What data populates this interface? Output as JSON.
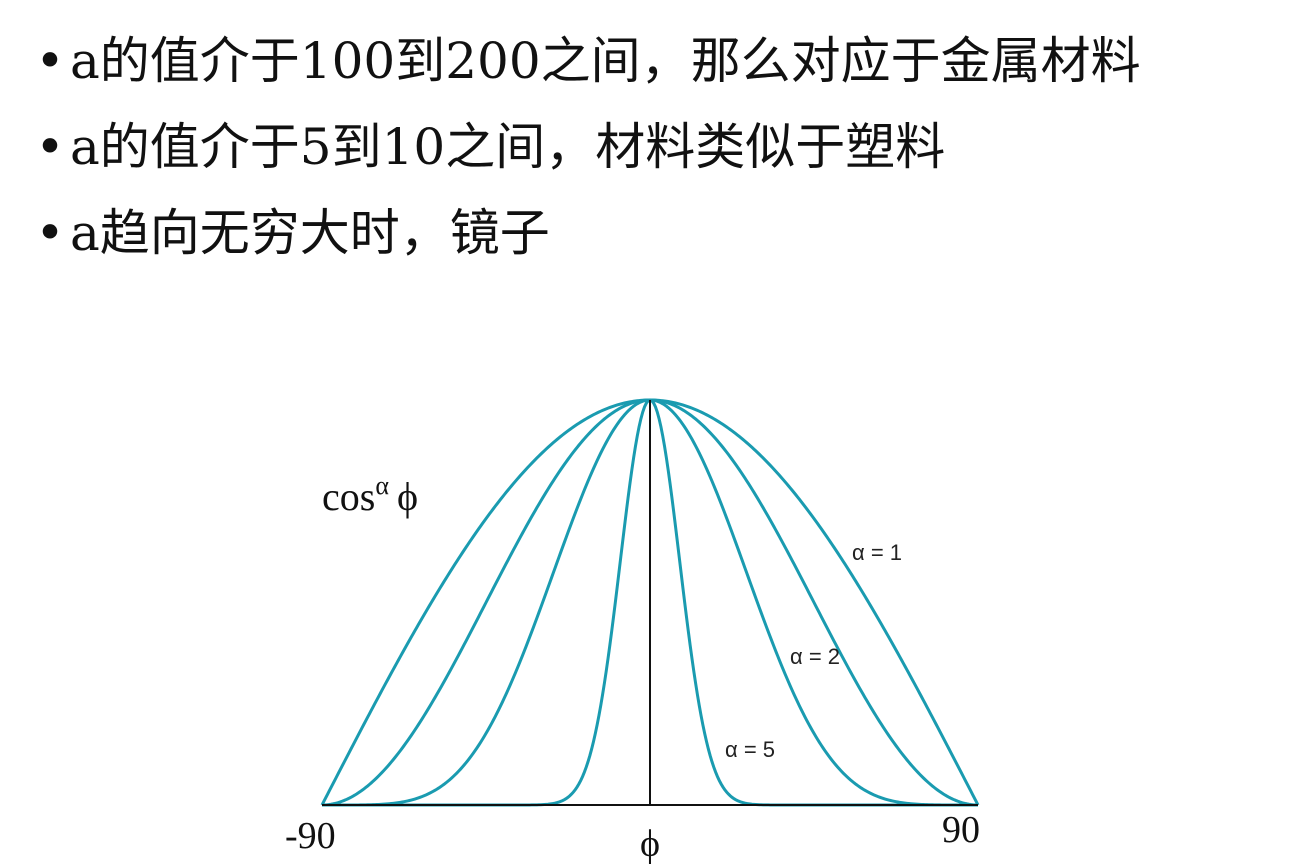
{
  "bullets": [
    {
      "marker": "•",
      "text": "a的值介于100到200之间，那么对应于金属材料"
    },
    {
      "marker": "•",
      "text": "a的值介于5到10之间，材料类似于塑料"
    },
    {
      "marker": "•",
      "text": "a趋向无穷大时，镜子"
    }
  ],
  "chart_data": {
    "type": "line",
    "function": "cos^alpha(phi)",
    "ylabel": {
      "base": "cos",
      "superscript": "α",
      "symbol": "ϕ"
    },
    "xlabel": "ϕ",
    "x_ticks": [
      "-90",
      "90"
    ],
    "xlim": [
      -90,
      90
    ],
    "ylim": [
      0,
      1
    ],
    "series": [
      {
        "name": "α = 1",
        "alpha": 1,
        "color": "#1a9bb0"
      },
      {
        "name": "α = 2",
        "alpha": 2,
        "color": "#1a9bb0"
      },
      {
        "name": "α = 5",
        "alpha": 5,
        "color": "#1a9bb0"
      },
      {
        "alpha": 50,
        "color": "#1a9bb0"
      }
    ]
  }
}
